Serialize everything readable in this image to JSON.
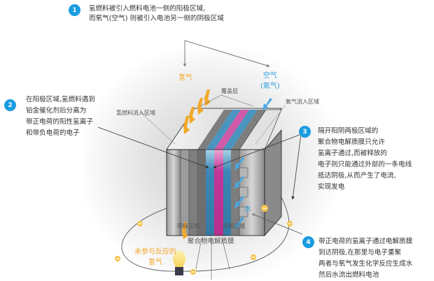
{
  "steps": [
    {
      "number": "1",
      "lines": [
        "氢燃料被引入燃料电池一侧的阳极区域,",
        "而氧气(空气) 则被引入电池另一侧的阴极区域"
      ]
    },
    {
      "number": "2",
      "lines": [
        "在阳极区域,氢燃料遇到",
        "铂金催化剂后分离为",
        "带正电荷的阳性氢离子",
        "和带负电荷的电子"
      ]
    },
    {
      "number": "3",
      "lines": [
        "隔开阳阴两极区域的",
        "聚合物电解质膜只允许",
        "氢离子通过,而被释放的",
        "电子则只能通过外部的一条电线",
        "抵达阴极,从而产生了电流,",
        "实现发电"
      ]
    },
    {
      "number": "4",
      "lines": [
        "带正电荷的氢离子通过电解质膜",
        "到达阴极,在那里与电子重聚",
        "两者与氧气发生化学反应生成水",
        "然后水流出燃料电池"
      ]
    }
  ],
  "labels": {
    "hydrogen": "氢气",
    "air_line1": "空气",
    "air_line2": "(氧气)",
    "cover_layer": "覆盖层",
    "hydrogen_inflow": "氢燃料流入区域",
    "oxygen_inflow": "氧气流入区域",
    "unreacted_line1": "未参与反应的",
    "unreacted_line2": "氢气",
    "anode": "阳极区域",
    "cathode": "阴极区域",
    "membrane": "聚合物电解质膜",
    "water": "水"
  },
  "electron_symbol": "−",
  "colors": {
    "badge": "#1a9ce0",
    "hydrogen": "#f2a82a",
    "oxygen": "#2b9fdf",
    "membrane": "#c2389a",
    "electrode": "#3b87b5",
    "electron": "#f6c244"
  }
}
